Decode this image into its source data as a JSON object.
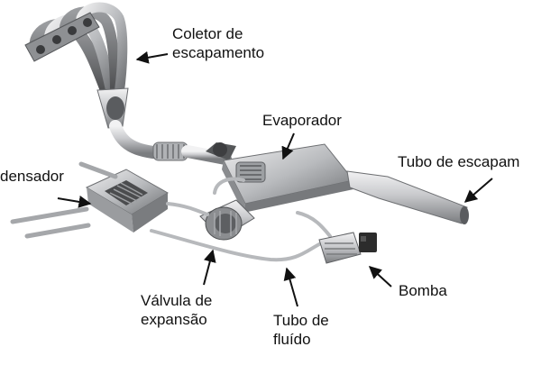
{
  "labels": {
    "collector": {
      "line1": "Coletor de",
      "line2": "escapamento"
    },
    "evaporator": "Evaporador",
    "exhaust_pipe": "Tubo de escapam",
    "condenser": "densador",
    "valve": {
      "line1": "Válvula de",
      "line2": "expansão"
    },
    "fluid_pipe": {
      "line1": "Tubo de",
      "line2": "fluído"
    },
    "pump": "Bomba"
  },
  "colors": {
    "metal_light": "#d9dadc",
    "metal_mid": "#a9abae",
    "metal_dark": "#6c6e71",
    "rubber": "#2c2c2c",
    "text": "#111111"
  }
}
